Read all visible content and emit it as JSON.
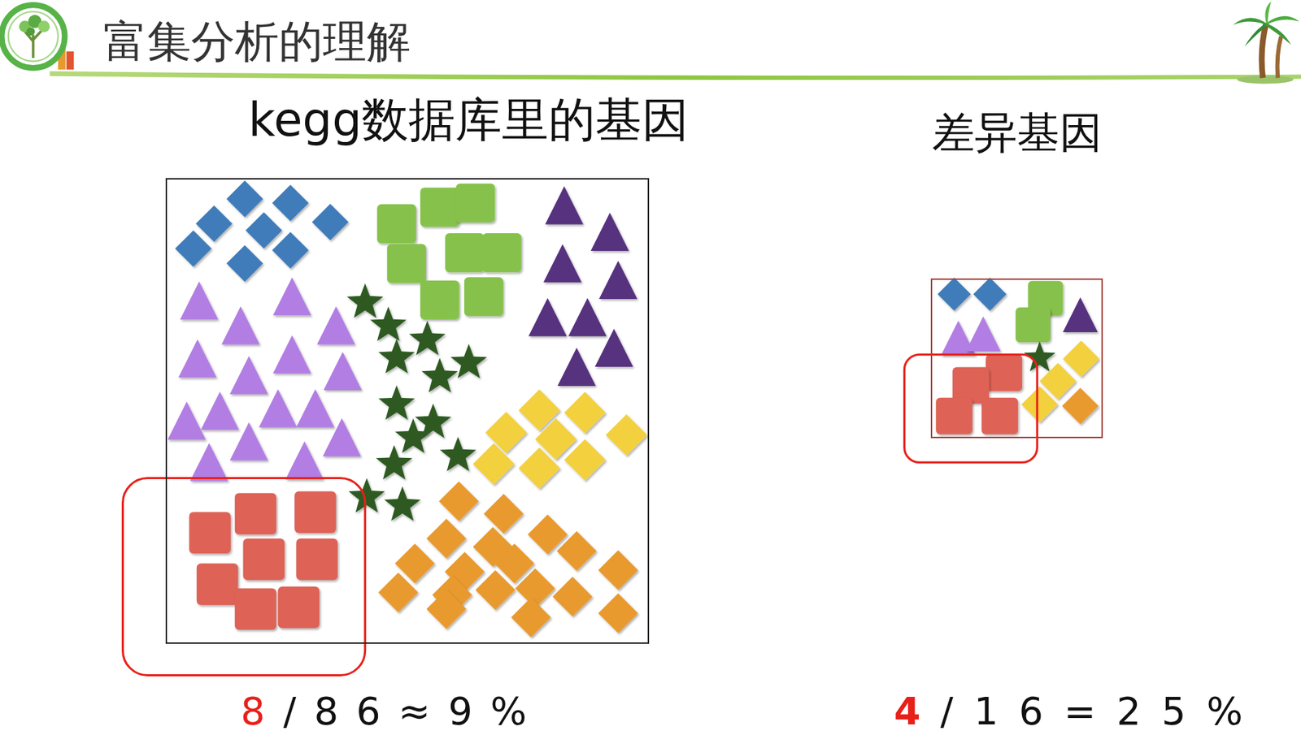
{
  "diagram": {
    "title": "富集分析的理解",
    "nodes": [
      {
        "text": [
          "kegg数据库里的基因"
        ]
      },
      {
        "text": [
          "差异基因"
        ]
      }
    ],
    "labels": [
      "8",
      "/ 8 6 ≈ 9 %",
      "4",
      "/ 1 6 = 2 5 %"
    ]
  }
}
